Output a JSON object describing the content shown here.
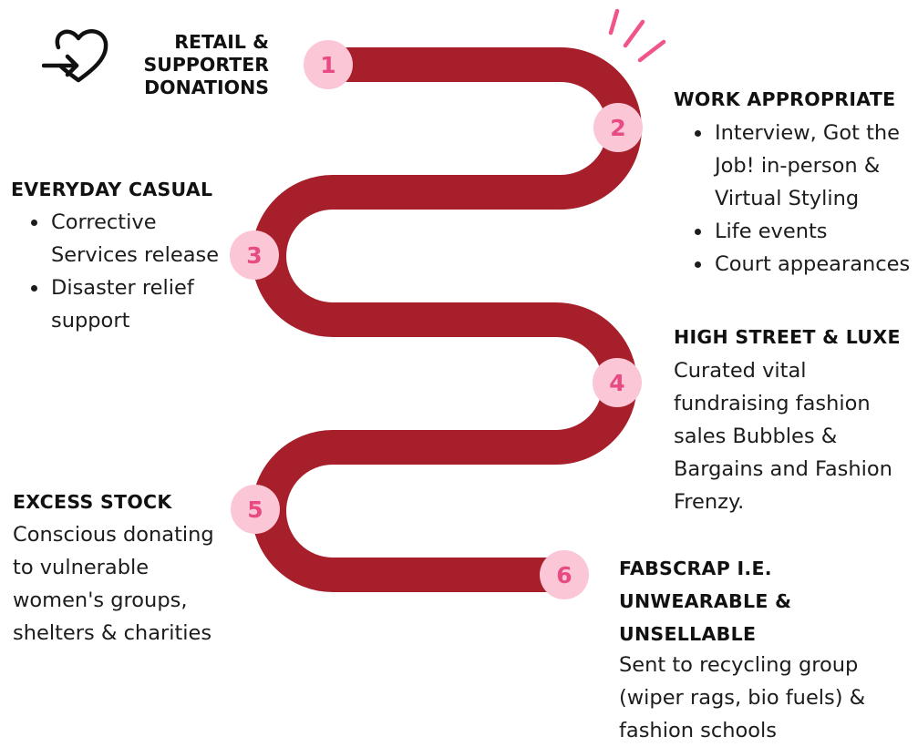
{
  "colors": {
    "road": "#a61f2b",
    "circle_fill": "#fbc6d6",
    "circle_number": "#e84a83",
    "accent_lines": "#f0548a",
    "text": "#111111"
  },
  "icons": {
    "start": "heart-arrow-in-icon",
    "sparkle": "sparkle-lines-icon"
  },
  "start": {
    "title_lines": [
      "RETAIL &",
      "SUPPORTER",
      "DONATIONS"
    ]
  },
  "steps": [
    {
      "number": "1"
    },
    {
      "number": "2",
      "heading": "WORK APPROPRIATE",
      "bullets": [
        [
          "Interview, Got the",
          "Job! in-person &",
          "Virtual Styling"
        ],
        [
          "Life events"
        ],
        [
          "Court appearances"
        ]
      ]
    },
    {
      "number": "3",
      "heading": "EVERYDAY CASUAL",
      "bullets": [
        [
          "Corrective",
          "Services release"
        ],
        [
          "Disaster relief",
          "support"
        ]
      ]
    },
    {
      "number": "4",
      "heading": "HIGH STREET & LUXE",
      "description": [
        "Curated vital",
        "fundraising fashion",
        "sales Bubbles &",
        "Bargains and Fashion",
        "Frenzy."
      ]
    },
    {
      "number": "5",
      "heading": "EXCESS STOCK",
      "description": [
        "Conscious donating",
        "to vulnerable",
        "women's groups,",
        "shelters & charities"
      ]
    },
    {
      "number": "6",
      "heading_lines": [
        "FABSCRAP I.E.",
        "UNWEARABLE &",
        "UNSELLABLE"
      ],
      "description": [
        "Sent to recycling group",
        "(wiper rags, bio fuels) &",
        "fashion schools"
      ]
    }
  ]
}
